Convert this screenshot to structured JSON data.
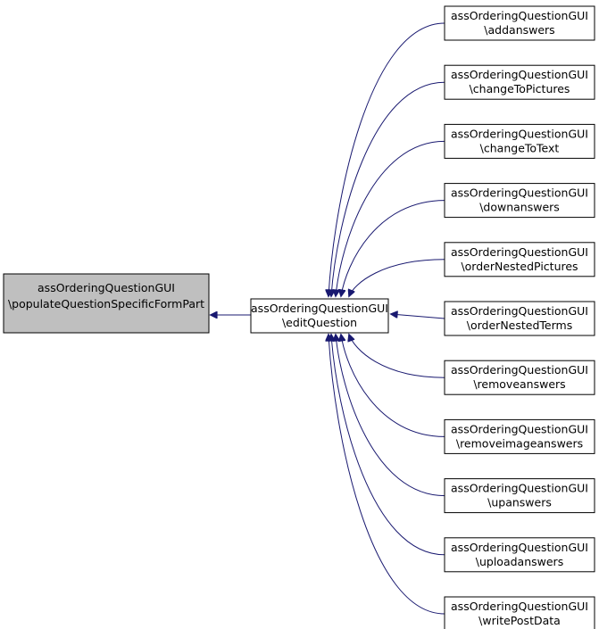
{
  "colors": {
    "edge": "#191970",
    "node_border": "#000000",
    "node_fill": "#ffffff",
    "focus_fill": "#bfbfbf"
  },
  "nodes": {
    "populate": {
      "line1": "assOrderingQuestionGUI",
      "line2": "\\populateQuestionSpecificFormPart"
    },
    "edit": {
      "line1": "assOrderingQuestionGUI",
      "line2": "\\editQuestion"
    },
    "callers": [
      {
        "line1": "assOrderingQuestionGUI",
        "line2": "\\addanswers"
      },
      {
        "line1": "assOrderingQuestionGUI",
        "line2": "\\changeToPictures"
      },
      {
        "line1": "assOrderingQuestionGUI",
        "line2": "\\changeToText"
      },
      {
        "line1": "assOrderingQuestionGUI",
        "line2": "\\downanswers"
      },
      {
        "line1": "assOrderingQuestionGUI",
        "line2": "\\orderNestedPictures"
      },
      {
        "line1": "assOrderingQuestionGUI",
        "line2": "\\orderNestedTerms"
      },
      {
        "line1": "assOrderingQuestionGUI",
        "line2": "\\removeanswers"
      },
      {
        "line1": "assOrderingQuestionGUI",
        "line2": "\\removeimageanswers"
      },
      {
        "line1": "assOrderingQuestionGUI",
        "line2": "\\upanswers"
      },
      {
        "line1": "assOrderingQuestionGUI",
        "line2": "\\uploadanswers"
      },
      {
        "line1": "assOrderingQuestionGUI",
        "line2": "\\writePostData"
      }
    ]
  }
}
